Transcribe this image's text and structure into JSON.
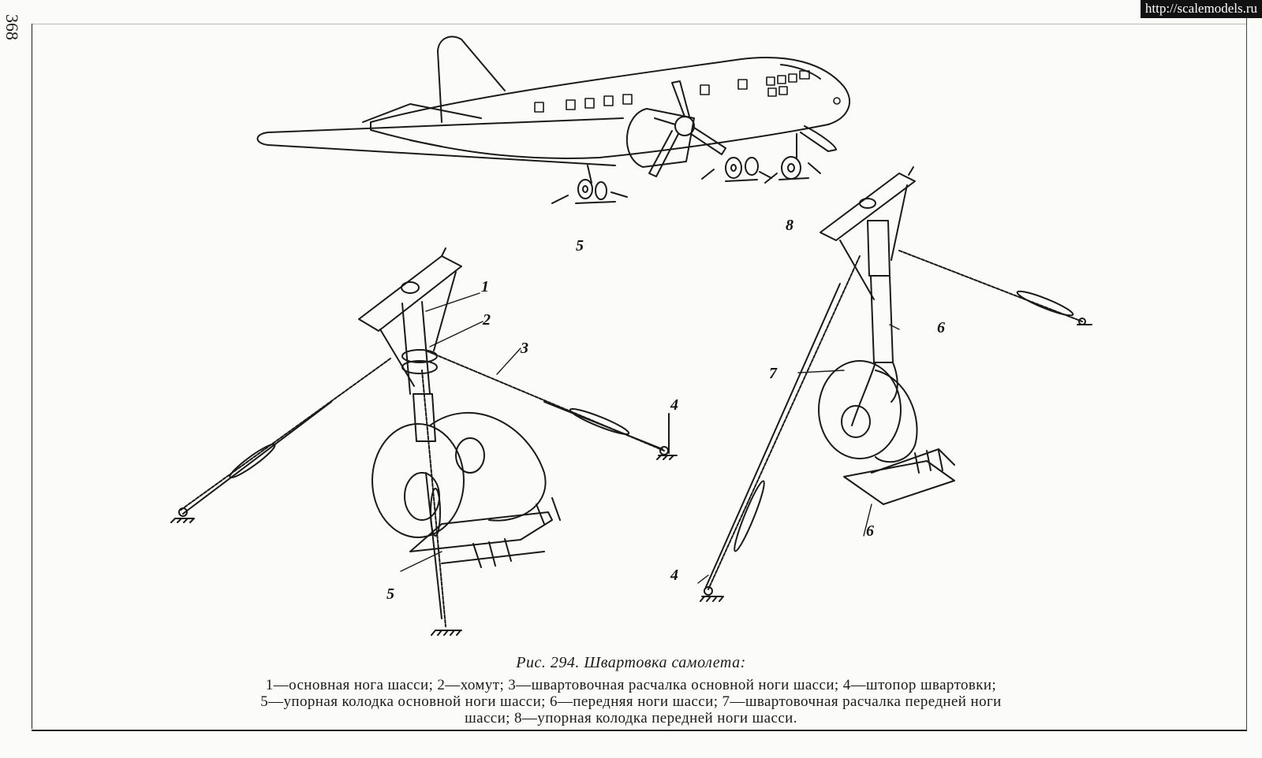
{
  "page_number": "368",
  "watermark": "http://scalemodels.ru",
  "figure": {
    "callouts": {
      "c1": "1",
      "c2": "2",
      "c3": "3",
      "c4a": "4",
      "c4b": "4",
      "c5a": "5",
      "c5b": "5",
      "c6a": "6",
      "c6b": "6",
      "c7": "7",
      "c8": "8"
    }
  },
  "caption": {
    "title": "Рис. 294. Швартовка самолета:",
    "line1": "1—основная нога шасси; 2—хомут; 3—швартовочная расчалка основной ноги шасси; 4—штопор швартовки;",
    "line2": "5—упорная колодка основной ноги шасси; 6—передняя ноги шасси; 7—швартовочная расчалка передней ноги",
    "line3": "шасси; 8—упорная колодка передней ноги шасси."
  }
}
